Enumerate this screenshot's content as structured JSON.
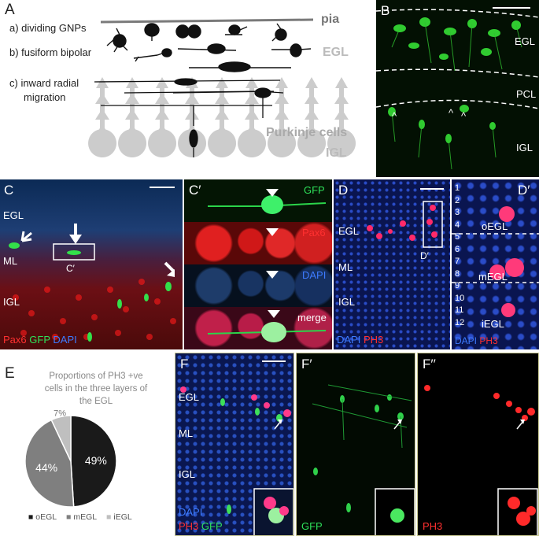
{
  "panelA": {
    "letter": "A",
    "labels": {
      "a": "a) dividing GNPs",
      "b": "b) fusiform bipolar",
      "c1": "c) inward radial",
      "c2": "migration",
      "pia": "pia",
      "egl": "EGL",
      "purkinje": "Purkinje cells",
      "igl": "IGL"
    }
  },
  "panelB": {
    "letter": "B",
    "egl": "EGL",
    "pcl": "PCL",
    "igl": "IGL",
    "marks": [
      "^",
      "^",
      "^"
    ]
  },
  "panelC": {
    "letter": "C",
    "egl": "EGL",
    "ml": "ML",
    "igl": "IGL",
    "inset": "C′",
    "stain": {
      "pax6": "Pax6",
      "gfp": "GFP",
      "dapi": "DAPI"
    }
  },
  "panelC2": {
    "letter": "C′",
    "gfp": "GFP",
    "pax6": "Pax6",
    "dapi": "DAPI",
    "merge": "merge"
  },
  "panelD": {
    "letter": "D",
    "egl": "EGL",
    "ml": "ML",
    "igl": "IGL",
    "inset": "D′",
    "stain": {
      "dapi": "DAPI",
      "ph3": "PH3"
    }
  },
  "panelD2": {
    "letter": "D′",
    "rows": [
      "1",
      "2",
      "3",
      "4",
      "5",
      "6",
      "7",
      "8",
      "9",
      "10",
      "11",
      "12"
    ],
    "oegl": "oEGL",
    "megl": "mEGL",
    "iegl": "iEGL",
    "stain": {
      "dapi": "DAPI",
      "ph3": "PH3"
    }
  },
  "panelE": {
    "letter": "E"
  },
  "chart_data": {
    "type": "pie",
    "title": "Proportions of PH3 +ve cells in the three layers of the EGL",
    "title_lines": [
      "Proportions of PH3 +ve",
      "cells in the three layers of",
      "the EGL"
    ],
    "categories": [
      "oEGL",
      "mEGL",
      "iEGL"
    ],
    "values": [
      49,
      44,
      7
    ],
    "value_labels": [
      "49%",
      "44%",
      "7%"
    ],
    "colors": [
      "#1a1a1a",
      "#7f7f7f",
      "#bfbfbf"
    ],
    "legend_position": "bottom"
  },
  "panelF": {
    "letter": "F",
    "egl": "EGL",
    "ml": "ML",
    "igl": "IGL",
    "stain": {
      "dapi": "DAPI",
      "ph3": "PH3",
      "gfp": "GFP"
    }
  },
  "panelF2": {
    "letter": "F′",
    "gfp": "GFP"
  },
  "panelF3": {
    "letter": "F′′",
    "ph3": "PH3"
  },
  "colors": {
    "gfp": "#2ee05a",
    "pax6": "#ff3030",
    "dapi": "#3d7bff",
    "schematic_gray": "#c8c8c8"
  }
}
